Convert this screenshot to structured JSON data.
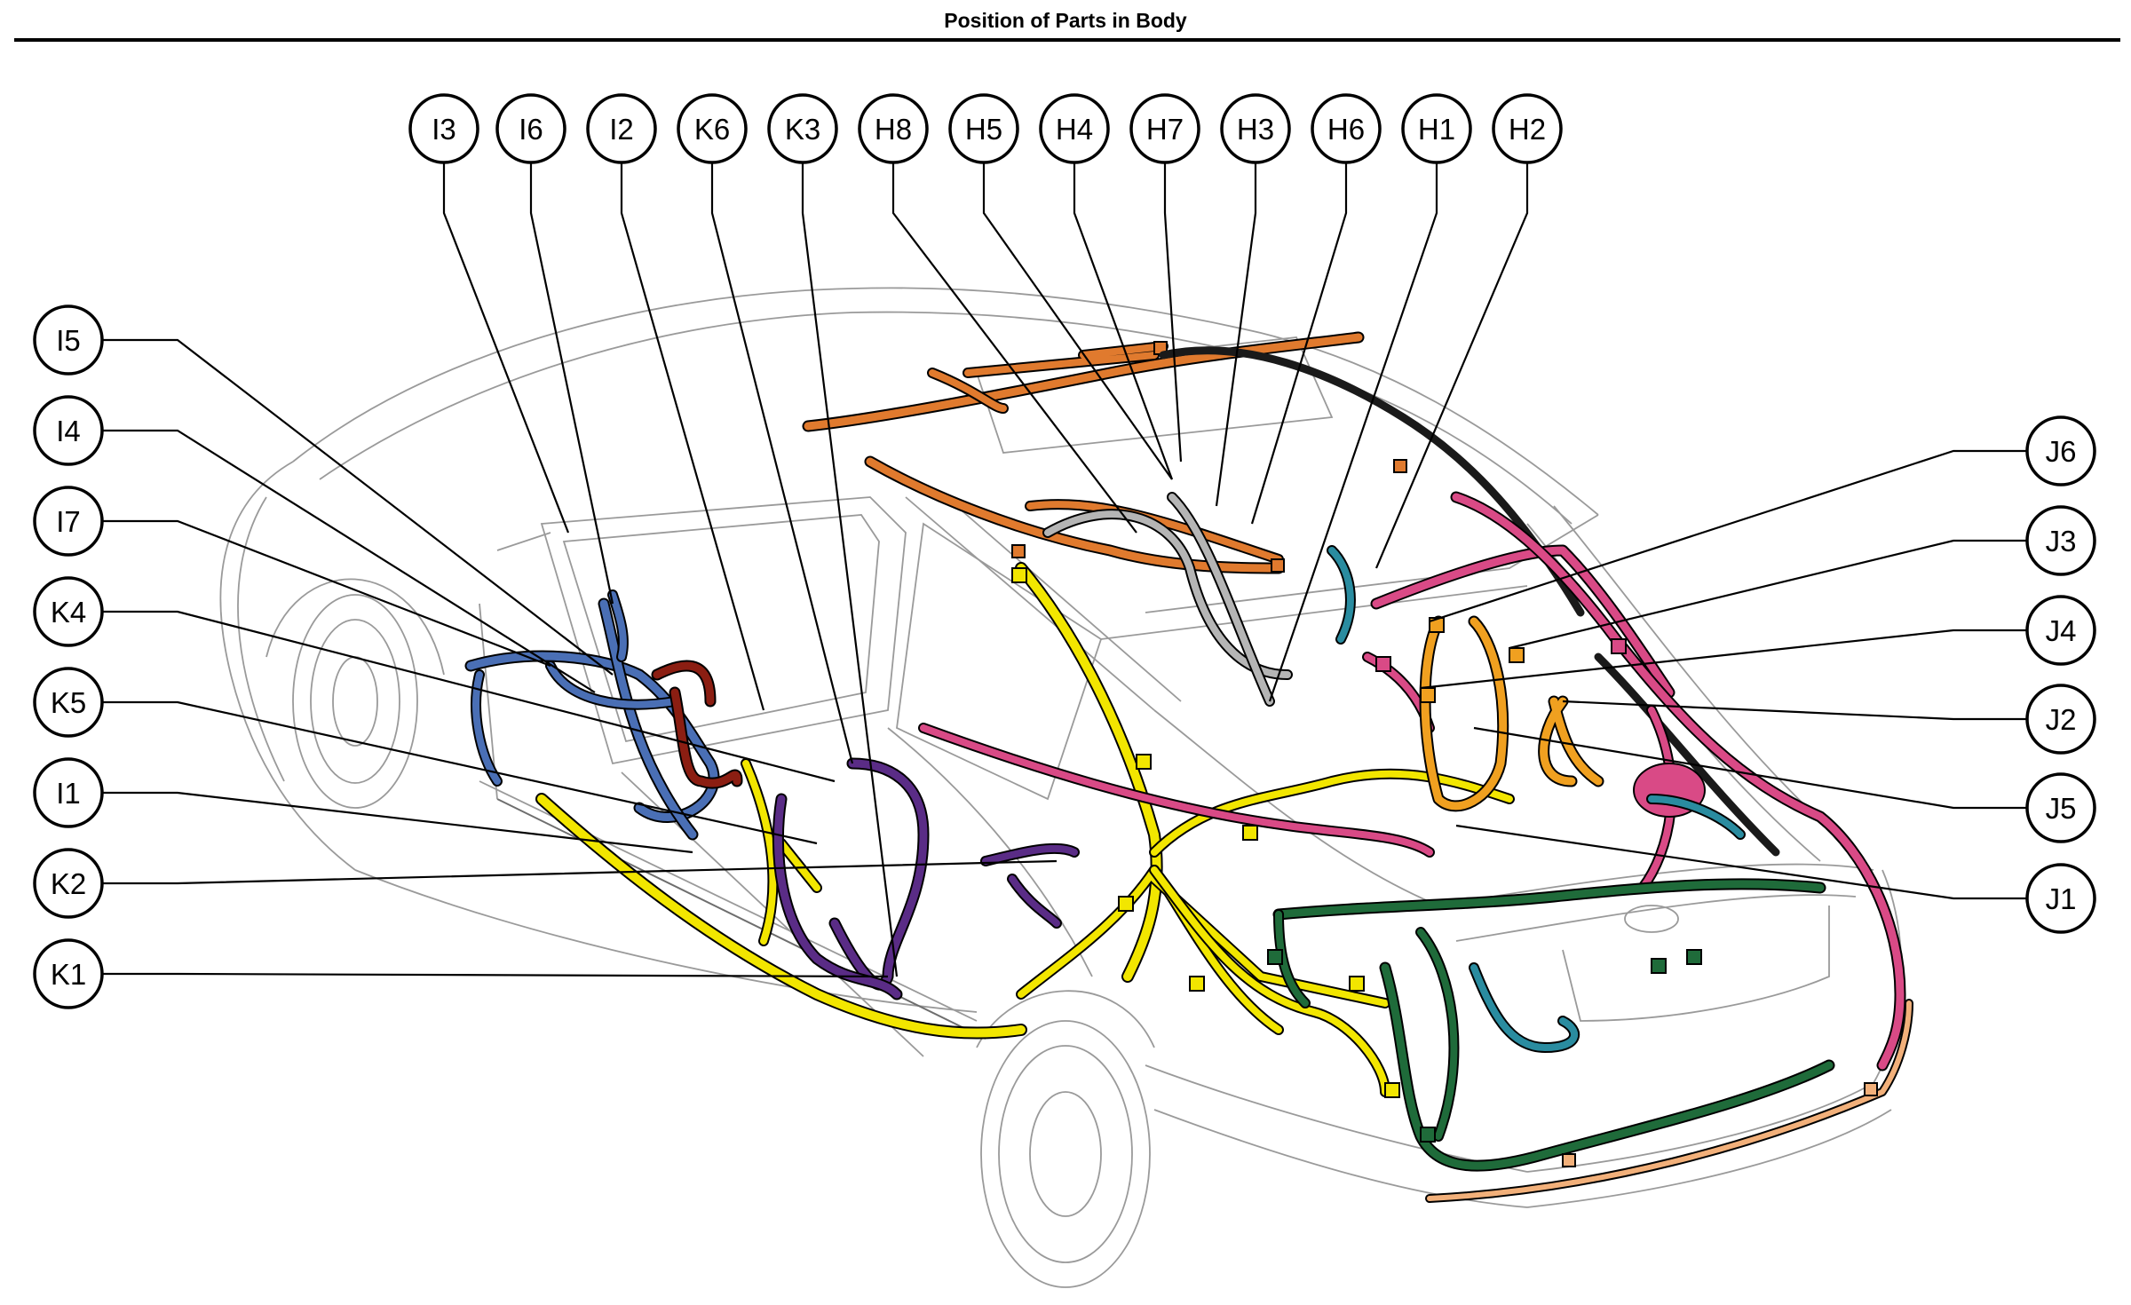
{
  "page": {
    "title": "Position of Parts in Body"
  },
  "callouts": {
    "I3": "I3",
    "I6": "I6",
    "I2": "I2",
    "K6": "K6",
    "K3": "K3",
    "H8": "H8",
    "H5": "H5",
    "H4": "H4",
    "H7": "H7",
    "H3": "H3",
    "H6": "H6",
    "H1": "H1",
    "H2": "H2",
    "I5": "I5",
    "I4": "I4",
    "I7": "I7",
    "K4": "K4",
    "K5": "K5",
    "I1": "I1",
    "K2": "K2",
    "K1": "K1",
    "J6": "J6",
    "J3": "J3",
    "J4": "J4",
    "J2": "J2",
    "J5": "J5",
    "J1": "J1"
  },
  "harness_colors": {
    "roof": "#e07a2e",
    "floor_left": "#f2e600",
    "rear_door_purple": "#5a2c86",
    "front_door_blue": "#4a6fb5",
    "door_dark_red": "#8b1e12",
    "rear_pink": "#d94a86",
    "trunk_orange": "#f0a020",
    "rear_green": "#1f6b3a",
    "rear_teal": "#2a8ca0",
    "bumper_peach": "#f2b07a",
    "antenna_gray": "#8c8c8c",
    "black": "#1a1a1a"
  }
}
